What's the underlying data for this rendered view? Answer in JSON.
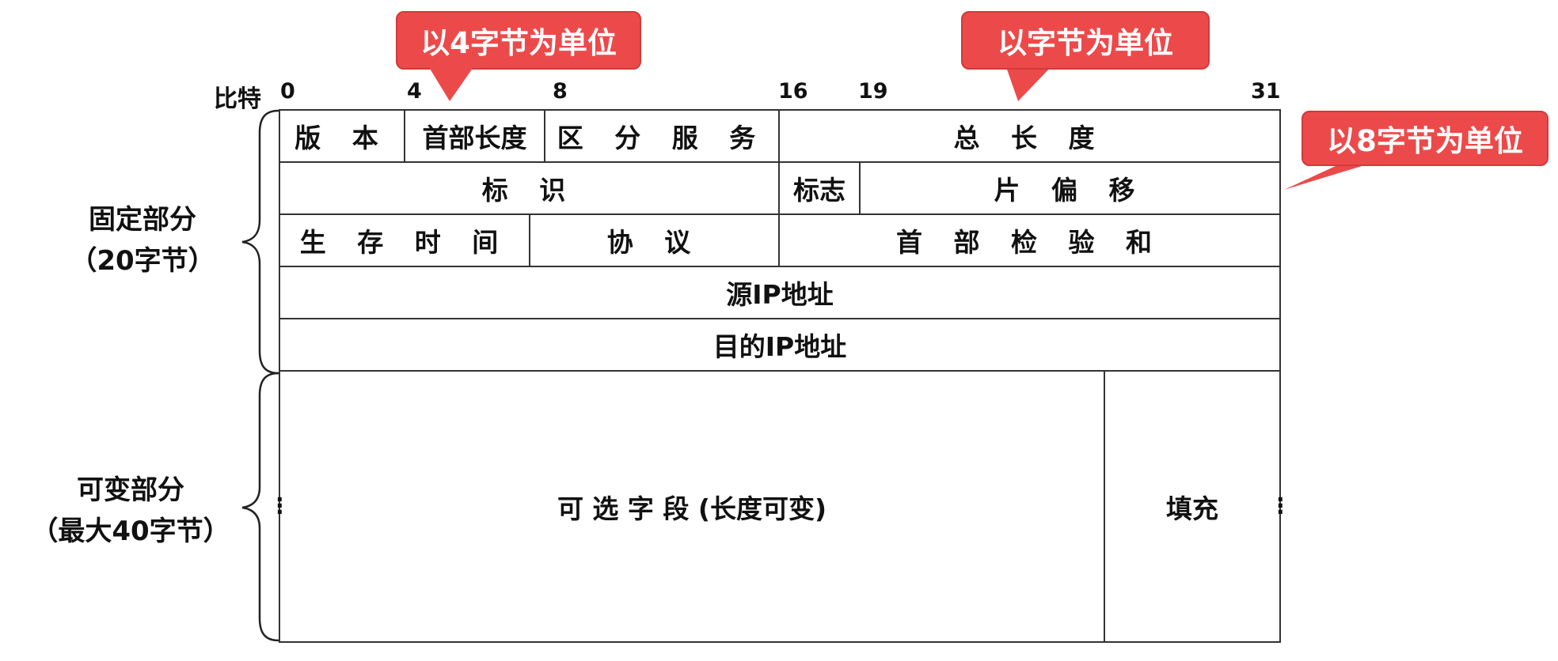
{
  "bit_axis": {
    "label": "比特",
    "ticks": [
      "0",
      "4",
      "8",
      "16",
      "19",
      "31"
    ]
  },
  "callouts": {
    "c4": "以4字节为单位",
    "c1": "以字节为单位",
    "c8": "以8字节为单位"
  },
  "fields": {
    "version": "版 本",
    "header_length": "首部长度",
    "diff_services": "区 分 服 务",
    "total_length": "总 长 度",
    "identification": "标  识",
    "flags": "标志",
    "fragment_offset": "片 偏 移",
    "ttl": "生 存 时 间",
    "protocol": "协  议",
    "header_checksum": "首 部 检 验 和",
    "src_ip": "源IP地址",
    "dst_ip": "目的IP地址",
    "options": "可 选 字 段 (长度可变)",
    "padding": "填充"
  },
  "side_labels": {
    "fixed_line1": "固定部分",
    "fixed_line2": "（20字节）",
    "variable_line1": "可变部分",
    "variable_line2": "（最大40字节）"
  },
  "colors": {
    "callout_fill": "#ec4a4a",
    "border": "#333333"
  }
}
